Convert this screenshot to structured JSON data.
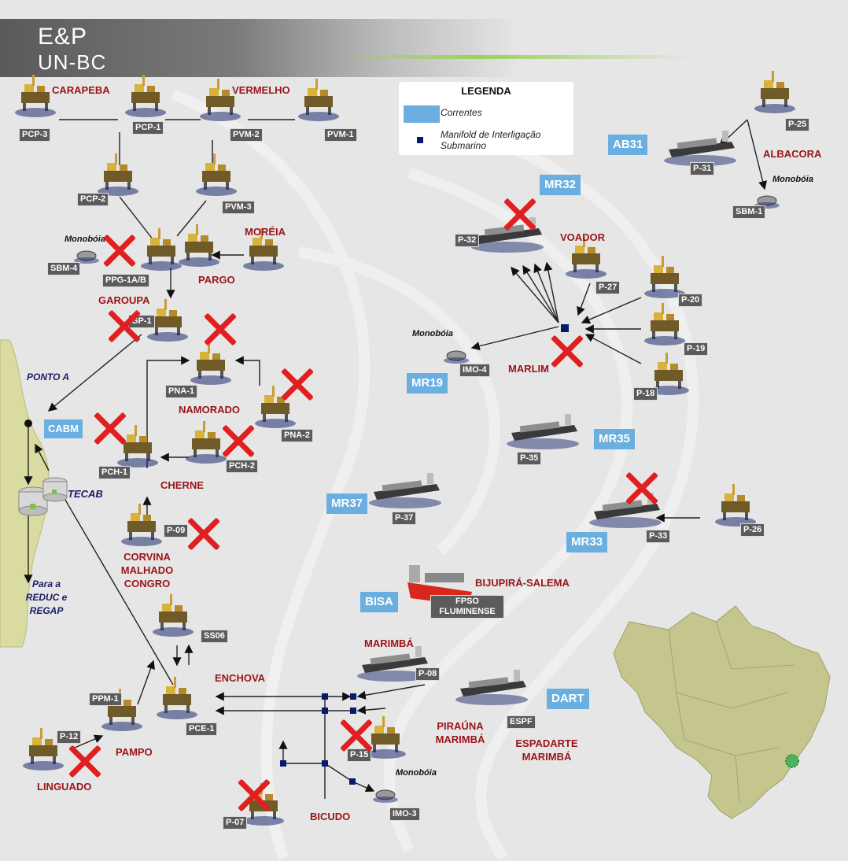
{
  "header": {
    "line1": "E&P",
    "line2": "UN-BC"
  },
  "legend": {
    "title": "LEGENDA",
    "currents": "Correntes",
    "manifold": "Manifold de Interligação Submarino"
  },
  "colors": {
    "field": "#9a1418",
    "current": "#6aafe0",
    "manifold": "#0a1a6a",
    "x_mark": "#e02020",
    "label_bg": "#5b5b5b",
    "coast": "#d9dba0",
    "brazil": "#c5c68e"
  },
  "platforms": {
    "pcp3": "PCP-3",
    "pcp1": "PCP-1",
    "pcp2": "PCP-2",
    "pvm2": "PVM-2",
    "pvm1": "PVM-1",
    "pvm3": "PVM-3",
    "sbm4": "SBM-4",
    "ppg1ab": "PPG-1A/B",
    "gp1": "GP-1",
    "pna1": "PNA-1",
    "pna2": "PNA-2",
    "pch1": "PCH-1",
    "pch2": "PCH-2",
    "p09": "P-09",
    "ss06": "SS06",
    "ppm1": "PPM-1",
    "pce1": "PCE-1",
    "p12": "P-12",
    "p07": "P-07",
    "imo3": "IMO-3",
    "p15": "P-15",
    "p08": "P-08",
    "espf": "ESPF",
    "fpso": "FPSO FLUMINENSE",
    "p37": "P-37",
    "p35": "P-35",
    "p33": "P-33",
    "p26": "P-26",
    "p18": "P-18",
    "p19": "P-19",
    "p20": "P-20",
    "p27": "P-27",
    "p32": "P-32",
    "imo4": "IMO-4",
    "p25": "P-25",
    "p31": "P-31",
    "sbm1": "SBM-1"
  },
  "fields": {
    "carapeba": "CARAPEBA",
    "vermelho": "VERMELHO",
    "moreia": "MORÉIA",
    "pargo": "PARGO",
    "garoupa": "GAROUPA",
    "namorado": "NAMORADO",
    "cherne": "CHERNE",
    "corvina": "CORVINA MALHADO CONGRO",
    "enchova": "ENCHOVA",
    "pampo": "PAMPO",
    "linguado": "LINGUADO",
    "bicudo": "BICUDO",
    "marimba": "MARIMBÁ",
    "piracuna": "PIRAÚNA MARIMBÁ",
    "espadarte": "ESPADARTE MARIMBÁ",
    "bijupira": "BIJUPIRÁ-SALEMA",
    "marlim": "MARLIM",
    "voador": "VOADOR",
    "albacora": "ALBACORA"
  },
  "currents": {
    "ab31": "AB31",
    "mr32": "MR32",
    "mr19": "MR19",
    "mr35": "MR35",
    "mr37": "MR37",
    "mr33": "MR33",
    "bisa": "BISA",
    "dart": "DART",
    "cabm": "CABM"
  },
  "monoboia": "Monobóia",
  "onshore": {
    "ponto_a": "PONTO A",
    "tecab": "TECAB",
    "destination": "Para a REDUC e REGAP"
  }
}
